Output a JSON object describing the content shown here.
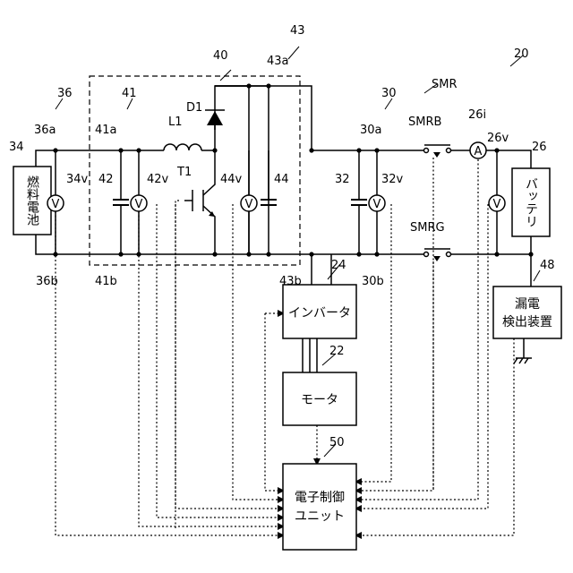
{
  "blocks": {
    "fuel_cell": "燃料電池",
    "battery": "バッテリ",
    "inverter": "インバータ",
    "motor": "モータ",
    "ecu_line1": "電子制御",
    "ecu_line2": "ユニット",
    "leak_line1": "漏電",
    "leak_line2": "検出装置"
  },
  "symbols": {
    "voltmeter": "V",
    "ammeter": "A"
  },
  "refs": {
    "r20": "20",
    "r22": "22",
    "r24": "24",
    "r26": "26",
    "r26i": "26i",
    "r26v": "26v",
    "r30": "30",
    "r30a": "30a",
    "r30b": "30b",
    "r32": "32",
    "r32v": "32v",
    "r34": "34",
    "r34v": "34v",
    "r36": "36",
    "r36a": "36a",
    "r36b": "36b",
    "r40": "40",
    "r41": "41",
    "r41a": "41a",
    "r41b": "41b",
    "r42": "42",
    "r42v": "42v",
    "r43": "43",
    "r43a": "43a",
    "r43b": "43b",
    "r44": "44",
    "r44v": "44v",
    "r48": "48",
    "r50": "50",
    "D1": "D1",
    "L1": "L1",
    "T1": "T1",
    "SMR": "SMR",
    "SMRB": "SMRB",
    "SMRG": "SMRG"
  }
}
